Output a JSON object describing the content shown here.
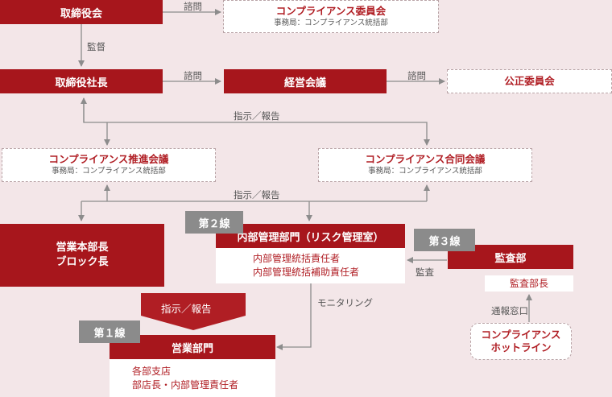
{
  "nodes": {
    "board": "取締役会",
    "compliance_committee": {
      "title": "コンプライアンス委員会",
      "sub": "事務局：コンプライアンス統括部"
    },
    "president": "取締役社長",
    "management_meeting": "経営会議",
    "fairness_committee": "公正委員会",
    "promotion_meeting": {
      "title": "コンプライアンス推進会議",
      "sub": "事務局：コンプライアンス統括部"
    },
    "joint_meeting": {
      "title": "コンプライアンス合同会議",
      "sub": "事務局：コンプライアンス統括部"
    },
    "sales_hq": [
      "営業本部長",
      "ブロック長"
    ],
    "internal_control": {
      "title": "内部管理部門（リスク管理室）",
      "lines": [
        "内部管理統括責任者",
        "内部管理統括補助責任者"
      ]
    },
    "audit": {
      "title": "監査部",
      "sub": "監査部長"
    },
    "sales_dept": {
      "title": "営業部門",
      "lines": [
        "各部支店",
        "部店長・内部管理責任者"
      ]
    },
    "hotline": [
      "コンプライアンス",
      "ホットライン"
    ]
  },
  "tags": {
    "line2": "第２線",
    "line3": "第３線",
    "line1": "第１線"
  },
  "labels": {
    "consult1": "諮問",
    "supervise": "監督",
    "consult2": "諮問",
    "consult3": "諮問",
    "instruct_report1": "指示／報告",
    "instruct_report2": "指示／報告",
    "instruct_report3": "指示／報告",
    "audit_label": "監査",
    "monitoring": "モニタリング",
    "whistle_window": "通報窓口"
  },
  "colors": {
    "primary_red": "#a7161c",
    "tag_gray": "#8b8b8b",
    "line_gray": "#8c8c8c",
    "background": "#f3e6e8"
  }
}
